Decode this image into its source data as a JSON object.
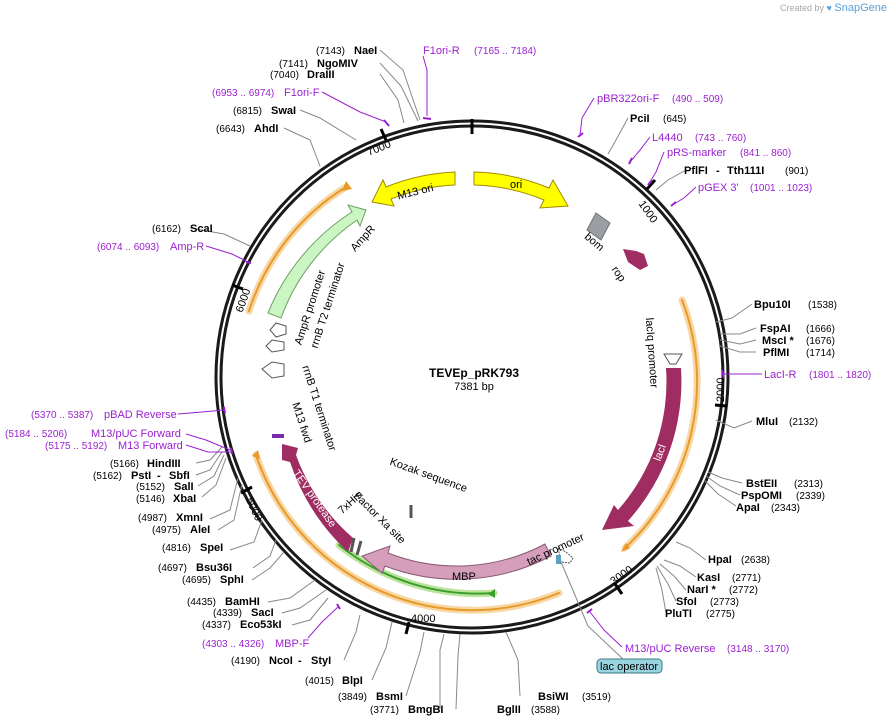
{
  "credit": {
    "prefix": "Created by",
    "brand": "SnapGene"
  },
  "plasmid": {
    "name": "TEVEp_pRK793",
    "length": "7381 bp"
  },
  "scale_labels": [
    "1000",
    "2000",
    "3000",
    "4000",
    "5000",
    "6000",
    "7000"
  ],
  "features": [
    {
      "label": "ori"
    },
    {
      "label": "M13 ori"
    },
    {
      "label": "bom"
    },
    {
      "label": "rop"
    },
    {
      "label": "AmpR"
    },
    {
      "label": "AmpR promoter"
    },
    {
      "label": "rrnB T2 terminator"
    },
    {
      "label": "rrnB T1 terminator"
    },
    {
      "label": "M13 fwd"
    },
    {
      "label": "lacIq promoter"
    },
    {
      "label": "lacI"
    },
    {
      "label": "TEV protease"
    },
    {
      "label": "Factor Xa site"
    },
    {
      "label": "7xHis"
    },
    {
      "label": "Kozak sequence"
    },
    {
      "label": "MBP"
    },
    {
      "label": "tac promoter"
    },
    {
      "label": "lac operator"
    }
  ],
  "enzymes": [
    {
      "name": "NaeI",
      "pos": "(7143)"
    },
    {
      "name": "NgoMIV",
      "pos": "(7141)"
    },
    {
      "name": "DraIII",
      "pos": "(7040)"
    },
    {
      "name": "SwaI",
      "pos": "(6815)"
    },
    {
      "name": "AhdI",
      "pos": "(6643)"
    },
    {
      "name": "ScaI",
      "pos": "(6162)"
    },
    {
      "name": "HindIII",
      "pos": "(5166)"
    },
    {
      "name": "PstI",
      "pos": "(5162)"
    },
    {
      "name": "SbfI",
      "pos": ""
    },
    {
      "name": "SalI",
      "pos": "(5152)"
    },
    {
      "name": "XbaI",
      "pos": "(5146)"
    },
    {
      "name": "XmnI",
      "pos": "(4987)"
    },
    {
      "name": "AleI",
      "pos": "(4975)"
    },
    {
      "name": "SpeI",
      "pos": "(4816)"
    },
    {
      "name": "Bsu36I",
      "pos": "(4697)"
    },
    {
      "name": "SphI",
      "pos": "(4695)"
    },
    {
      "name": "BamHI",
      "pos": "(4435)"
    },
    {
      "name": "SacI",
      "pos": "(4339)"
    },
    {
      "name": "Eco53kI",
      "pos": "(4337)"
    },
    {
      "name": "NcoI",
      "pos": "(4190)"
    },
    {
      "name": "StyI",
      "pos": ""
    },
    {
      "name": "BlpI",
      "pos": "(4015)"
    },
    {
      "name": "BsmI",
      "pos": "(3849)"
    },
    {
      "name": "BmgBI",
      "pos": "(3771)"
    },
    {
      "name": "BglII",
      "pos": "(3588)"
    },
    {
      "name": "BsiWI",
      "pos": "(3519)"
    },
    {
      "name": "PciI",
      "pos": "(645)"
    },
    {
      "name": "PflFI",
      "pos": ""
    },
    {
      "name": "Tth111I",
      "pos": "(901)"
    },
    {
      "name": "Bpu10I",
      "pos": "(1538)"
    },
    {
      "name": "FspAI",
      "pos": "(1666)"
    },
    {
      "name": "MscI *",
      "pos": "(1676)"
    },
    {
      "name": "PflMI",
      "pos": "(1714)"
    },
    {
      "name": "MluI",
      "pos": "(2132)"
    },
    {
      "name": "BstEII",
      "pos": "(2313)"
    },
    {
      "name": "PspOMI",
      "pos": "(2339)"
    },
    {
      "name": "ApaI",
      "pos": "(2343)"
    },
    {
      "name": "HpaI",
      "pos": "(2638)"
    },
    {
      "name": "KasI",
      "pos": "(2771)"
    },
    {
      "name": "NarI *",
      "pos": "(2772)"
    },
    {
      "name": "SfoI",
      "pos": "(2773)"
    },
    {
      "name": "PluTI",
      "pos": "(2775)"
    }
  ],
  "primers": [
    {
      "name": "F1ori-R",
      "range": "(7165 .. 7184)"
    },
    {
      "name": "F1ori-F",
      "range": "(6953 .. 6974)"
    },
    {
      "name": "pBR322ori-F",
      "range": "(490 .. 509)"
    },
    {
      "name": "L4440",
      "range": "(743 .. 760)"
    },
    {
      "name": "pRS-marker",
      "range": "(841 .. 860)"
    },
    {
      "name": "pGEX 3'",
      "range": "(1001 .. 1023)"
    },
    {
      "name": "Amp-R",
      "range": "(6074 .. 6093)"
    },
    {
      "name": "LacI-R",
      "range": "(1801 .. 1820)"
    },
    {
      "name": "pBAD Reverse",
      "range": "(5370 .. 5387)"
    },
    {
      "name": "M13/pUC Forward",
      "range": "(5184 .. 5206)"
    },
    {
      "name": "M13 Forward",
      "range": "(5175 .. 5192)"
    },
    {
      "name": "MBP-F",
      "range": "(4303 .. 4326)"
    },
    {
      "name": "M13/pUC Reverse",
      "range": "(3148 .. 3170)"
    }
  ],
  "colors": {
    "backbone": "#1a1a1a",
    "ori": "#ffff00",
    "amp": "#ccf5c4",
    "crimson": "#a02d62",
    "mbp": "#d59fbb",
    "gray": "#9a9ea3",
    "orf": "#e89a2a",
    "primer": "#9b1fd1",
    "operator": "#9ad4e0",
    "green_orf": "#3aa02a"
  }
}
